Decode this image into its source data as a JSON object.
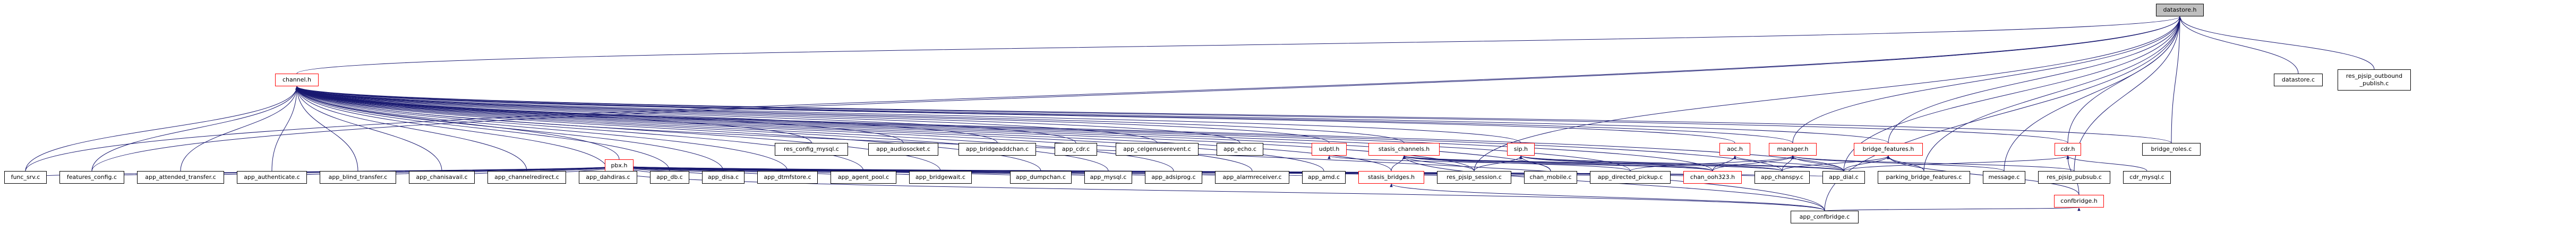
{
  "graph": {
    "title": "datastore.h",
    "colors": {
      "edge": "#191970",
      "border": "#000000",
      "undocumented_border": "#ff0000",
      "root_fill": "#bfbfbf",
      "background": "#ffffff"
    },
    "nodes": [
      {
        "id": "datastore_h",
        "label": "datastore.h",
        "root": true
      },
      {
        "id": "datastore_c",
        "label": "datastore.c"
      },
      {
        "id": "res_pjsip_outbound_publish_c",
        "label": "res_pjsip_outbound",
        "label2": "_publish.c"
      },
      {
        "id": "channel_h",
        "label": "channel.h",
        "undocumented": true
      },
      {
        "id": "bridge_roles_c",
        "label": "bridge_roles.c"
      },
      {
        "id": "udptl_h",
        "label": "udptl.h",
        "undocumented": true
      },
      {
        "id": "stasis_channels_h",
        "label": "stasis_channels.h",
        "undocumented": true
      },
      {
        "id": "sip_h",
        "label": "sip.h",
        "undocumented": true
      },
      {
        "id": "aoc_h",
        "label": "aoc.h",
        "undocumented": true
      },
      {
        "id": "manager_h",
        "label": "manager.h",
        "undocumented": true
      },
      {
        "id": "bridge_features_h",
        "label": "bridge_features.h",
        "undocumented": true
      },
      {
        "id": "cdr_h",
        "label": "cdr.h",
        "undocumented": true
      },
      {
        "id": "res_config_mysql_c",
        "label": "res_config_mysql.c"
      },
      {
        "id": "app_audiosocket_c",
        "label": "app_audiosocket.c"
      },
      {
        "id": "app_bridgeaddchan_c",
        "label": "app_bridgeaddchan.c"
      },
      {
        "id": "app_cdr_c",
        "label": "app_cdr.c"
      },
      {
        "id": "app_celgenuserevent_c",
        "label": "app_celgenuserevent.c"
      },
      {
        "id": "app_echo_c",
        "label": "app_echo.c"
      },
      {
        "id": "pbx_h",
        "label": "pbx.h",
        "undocumented": true
      },
      {
        "id": "func_srv_c",
        "label": "func_srv.c"
      },
      {
        "id": "features_config_c",
        "label": "features_config.c"
      },
      {
        "id": "app_attended_transfer_c",
        "label": "app_attended_transfer.c"
      },
      {
        "id": "app_authenticate_c",
        "label": "app_authenticate.c"
      },
      {
        "id": "app_blind_transfer_c",
        "label": "app_blind_transfer.c"
      },
      {
        "id": "app_chanisavail_c",
        "label": "app_chanisavail.c"
      },
      {
        "id": "app_channelredirect_c",
        "label": "app_channelredirect.c"
      },
      {
        "id": "app_dahdiras_c",
        "label": "app_dahdiras.c"
      },
      {
        "id": "app_db_c",
        "label": "app_db.c"
      },
      {
        "id": "app_disa_c",
        "label": "app_disa.c"
      },
      {
        "id": "app_dtmfstore_c",
        "label": "app_dtmfstore.c"
      },
      {
        "id": "app_agent_pool_c",
        "label": "app_agent_pool.c"
      },
      {
        "id": "app_bridgewait_c",
        "label": "app_bridgewait.c"
      },
      {
        "id": "app_dumpchan_c",
        "label": "app_dumpchan.c"
      },
      {
        "id": "app_mysql_c",
        "label": "app_mysql.c"
      },
      {
        "id": "app_adsiprog_c",
        "label": "app_adsiprog.c"
      },
      {
        "id": "app_alarmreceiver_c",
        "label": "app_alarmreceiver.c"
      },
      {
        "id": "app_amd_c",
        "label": "app_amd.c"
      },
      {
        "id": "stasis_bridges_h",
        "label": "stasis_bridges.h",
        "undocumented": true
      },
      {
        "id": "res_pjsip_session_c",
        "label": "res_pjsip_session.c"
      },
      {
        "id": "chan_mobile_c",
        "label": "chan_mobile.c"
      },
      {
        "id": "app_directed_pickup_c",
        "label": "app_directed_pickup.c"
      },
      {
        "id": "chan_ooh323_h",
        "label": "chan_ooh323.h",
        "undocumented": true
      },
      {
        "id": "app_chanspy_c",
        "label": "app_chanspy.c"
      },
      {
        "id": "app_dial_c",
        "label": "app_dial.c"
      },
      {
        "id": "parking_bridge_features_c",
        "label": "parking_bridge_features.c"
      },
      {
        "id": "message_c",
        "label": "message.c"
      },
      {
        "id": "res_pjsip_pubsub_c",
        "label": "res_pjsip_pubsub.c"
      },
      {
        "id": "cdr_mysql_c",
        "label": "cdr_mysql.c"
      },
      {
        "id": "confbridge_h",
        "label": "confbridge.h",
        "undocumented": true
      },
      {
        "id": "app_confbridge_c",
        "label": "app_confbridge.c"
      }
    ],
    "edges": [
      [
        "datastore_c",
        "datastore_h"
      ],
      [
        "res_pjsip_outbound_publish_c",
        "datastore_h"
      ],
      [
        "channel_h",
        "datastore_h"
      ],
      [
        "bridge_roles_c",
        "datastore_h"
      ],
      [
        "manager_h",
        "datastore_h"
      ],
      [
        "cdr_h",
        "datastore_h"
      ],
      [
        "func_srv_c",
        "datastore_h"
      ],
      [
        "features_config_c",
        "datastore_h"
      ],
      [
        "res_pjsip_session_c",
        "datastore_h"
      ],
      [
        "app_dial_c",
        "datastore_h"
      ],
      [
        "res_pjsip_pubsub_c",
        "datastore_h"
      ],
      [
        "message_c",
        "datastore_h"
      ],
      [
        "parking_bridge_features_c",
        "datastore_h"
      ],
      [
        "app_confbridge_c",
        "datastore_h"
      ],
      [
        "bridge_features_h",
        "datastore_h"
      ],
      [
        "bridge_roles_c",
        "channel_h"
      ],
      [
        "udptl_h",
        "channel_h"
      ],
      [
        "stasis_channels_h",
        "channel_h"
      ],
      [
        "sip_h",
        "channel_h"
      ],
      [
        "aoc_h",
        "channel_h"
      ],
      [
        "manager_h",
        "channel_h"
      ],
      [
        "cdr_h",
        "channel_h"
      ],
      [
        "bridge_features_h",
        "channel_h"
      ],
      [
        "res_config_mysql_c",
        "channel_h"
      ],
      [
        "app_audiosocket_c",
        "channel_h"
      ],
      [
        "app_bridgeaddchan_c",
        "channel_h"
      ],
      [
        "app_cdr_c",
        "channel_h"
      ],
      [
        "app_celgenuserevent_c",
        "channel_h"
      ],
      [
        "app_echo_c",
        "channel_h"
      ],
      [
        "pbx_h",
        "channel_h"
      ],
      [
        "func_srv_c",
        "channel_h"
      ],
      [
        "features_config_c",
        "channel_h"
      ],
      [
        "app_attended_transfer_c",
        "channel_h"
      ],
      [
        "app_authenticate_c",
        "channel_h"
      ],
      [
        "app_blind_transfer_c",
        "channel_h"
      ],
      [
        "app_chanisavail_c",
        "channel_h"
      ],
      [
        "app_channelredirect_c",
        "channel_h"
      ],
      [
        "app_dahdiras_c",
        "channel_h"
      ],
      [
        "app_db_c",
        "channel_h"
      ],
      [
        "app_disa_c",
        "channel_h"
      ],
      [
        "app_dtmfstore_c",
        "channel_h"
      ],
      [
        "app_agent_pool_c",
        "channel_h"
      ],
      [
        "app_bridgewait_c",
        "channel_h"
      ],
      [
        "app_dumpchan_c",
        "channel_h"
      ],
      [
        "app_mysql_c",
        "channel_h"
      ],
      [
        "app_adsiprog_c",
        "channel_h"
      ],
      [
        "app_alarmreceiver_c",
        "channel_h"
      ],
      [
        "app_amd_c",
        "channel_h"
      ],
      [
        "stasis_bridges_h",
        "channel_h"
      ],
      [
        "res_pjsip_session_c",
        "channel_h"
      ],
      [
        "chan_mobile_c",
        "channel_h"
      ],
      [
        "app_directed_pickup_c",
        "channel_h"
      ],
      [
        "chan_ooh323_h",
        "channel_h"
      ],
      [
        "app_chanspy_c",
        "channel_h"
      ],
      [
        "app_dial_c",
        "channel_h"
      ],
      [
        "app_confbridge_c",
        "channel_h"
      ],
      [
        "func_srv_c",
        "pbx_h"
      ],
      [
        "features_config_c",
        "pbx_h"
      ],
      [
        "app_attended_transfer_c",
        "pbx_h"
      ],
      [
        "app_authenticate_c",
        "pbx_h"
      ],
      [
        "app_blind_transfer_c",
        "pbx_h"
      ],
      [
        "app_chanisavail_c",
        "pbx_h"
      ],
      [
        "app_channelredirect_c",
        "pbx_h"
      ],
      [
        "app_dahdiras_c",
        "pbx_h"
      ],
      [
        "app_db_c",
        "pbx_h"
      ],
      [
        "app_disa_c",
        "pbx_h"
      ],
      [
        "app_dtmfstore_c",
        "pbx_h"
      ],
      [
        "app_agent_pool_c",
        "pbx_h"
      ],
      [
        "app_bridgewait_c",
        "pbx_h"
      ],
      [
        "app_dumpchan_c",
        "pbx_h"
      ],
      [
        "app_mysql_c",
        "pbx_h"
      ],
      [
        "app_adsiprog_c",
        "pbx_h"
      ],
      [
        "app_alarmreceiver_c",
        "pbx_h"
      ],
      [
        "app_amd_c",
        "pbx_h"
      ],
      [
        "res_pjsip_session_c",
        "pbx_h"
      ],
      [
        "chan_mobile_c",
        "pbx_h"
      ],
      [
        "app_directed_pickup_c",
        "pbx_h"
      ],
      [
        "chan_ooh323_h",
        "pbx_h"
      ],
      [
        "app_chanspy_c",
        "pbx_h"
      ],
      [
        "app_dial_c",
        "pbx_h"
      ],
      [
        "app_confbridge_c",
        "pbx_h"
      ],
      [
        "chan_ooh323_h",
        "udptl_h"
      ],
      [
        "stasis_bridges_h",
        "stasis_channels_h"
      ],
      [
        "res_pjsip_session_c",
        "stasis_channels_h"
      ],
      [
        "app_directed_pickup_c",
        "stasis_channels_h"
      ],
      [
        "chan_ooh323_h",
        "stasis_channels_h"
      ],
      [
        "app_chanspy_c",
        "stasis_channels_h"
      ],
      [
        "app_dial_c",
        "stasis_channels_h"
      ],
      [
        "app_confbridge_c",
        "stasis_channels_h"
      ],
      [
        "res_pjsip_session_c",
        "sip_h"
      ],
      [
        "chan_mobile_c",
        "sip_h"
      ],
      [
        "app_chanspy_c",
        "sip_h"
      ],
      [
        "app_dial_c",
        "sip_h"
      ],
      [
        "chan_ooh323_h",
        "sip_h"
      ],
      [
        "app_dial_c",
        "aoc_h"
      ],
      [
        "chan_ooh323_h",
        "aoc_h"
      ],
      [
        "app_chanspy_c",
        "manager_h"
      ],
      [
        "app_dial_c",
        "manager_h"
      ],
      [
        "message_c",
        "manager_h"
      ],
      [
        "res_pjsip_pubsub_c",
        "manager_h"
      ],
      [
        "chan_ooh323_h",
        "manager_h"
      ],
      [
        "app_directed_pickup_c",
        "manager_h"
      ],
      [
        "parking_bridge_features_c",
        "bridge_features_h"
      ],
      [
        "app_dial_c",
        "bridge_features_h"
      ],
      [
        "confbridge_h",
        "bridge_features_h"
      ],
      [
        "app_chanspy_c",
        "bridge_features_h"
      ],
      [
        "cdr_mysql_c",
        "cdr_h"
      ],
      [
        "app_dial_c",
        "cdr_h"
      ],
      [
        "confbridge_h",
        "cdr_h"
      ],
      [
        "app_confbridge_c",
        "confbridge_h"
      ],
      [
        "app_confbridge_c",
        "stasis_bridges_h"
      ]
    ]
  }
}
